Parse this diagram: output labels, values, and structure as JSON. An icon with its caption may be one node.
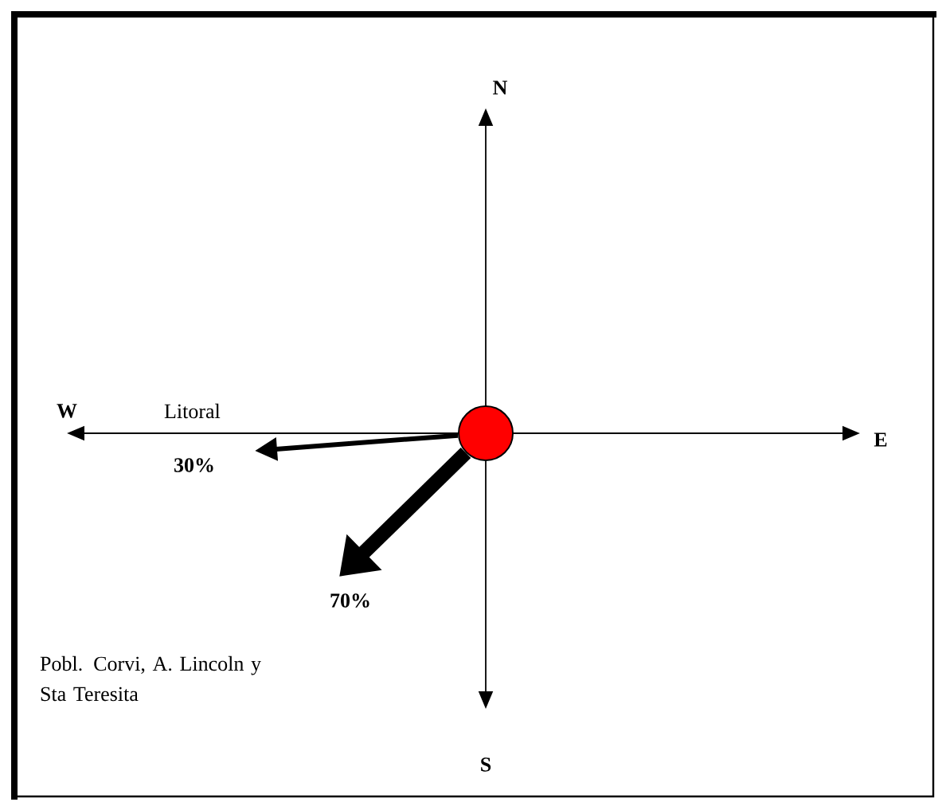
{
  "diagram": {
    "nodes": [
      {
        "text": [
          "Litoral"
        ]
      },
      {
        "text": [],
        "shape": "circle"
      },
      {
        "text": [
          "Pobl. Corvi, A. Lincoln y Sta Teresita"
        ]
      }
    ],
    "edges": [
      {
        "from": 1,
        "to": null,
        "arrow": "to",
        "label": "30%"
      },
      {
        "from": 1,
        "to": null,
        "arrow": "to",
        "label": "70%",
        "style": "thick"
      }
    ],
    "labels": [
      "N",
      "W",
      "E",
      "S"
    ]
  }
}
